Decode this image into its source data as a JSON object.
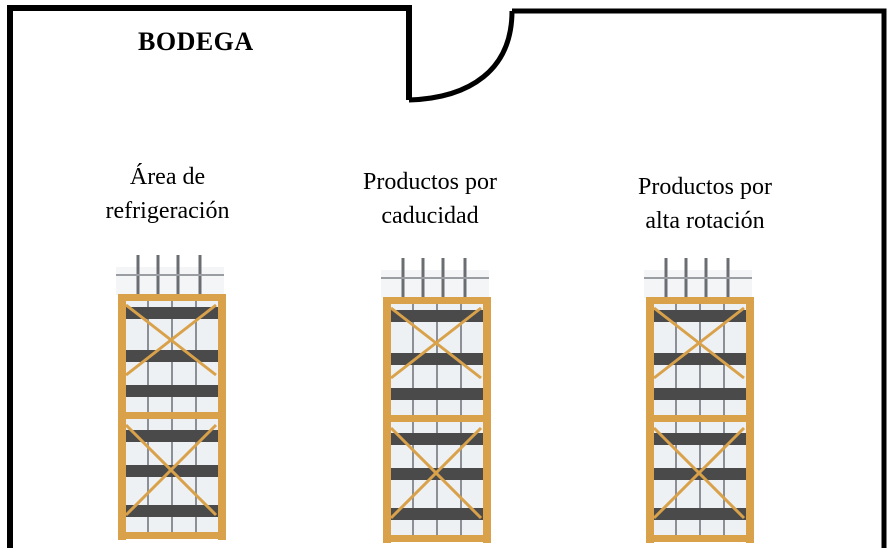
{
  "plan": {
    "title": "BODEGA",
    "areas": [
      {
        "line1": "Área de",
        "line2": "refrigeración"
      },
      {
        "line1": "Productos por",
        "line2": "caducidad"
      },
      {
        "line1": "Productos por",
        "line2": "alta rotación"
      }
    ]
  },
  "colors": {
    "wall": "#000000",
    "rack_frame": "#d9a24a",
    "rack_dark": "#4a4a4a",
    "rack_glass": "#eef1f4"
  }
}
